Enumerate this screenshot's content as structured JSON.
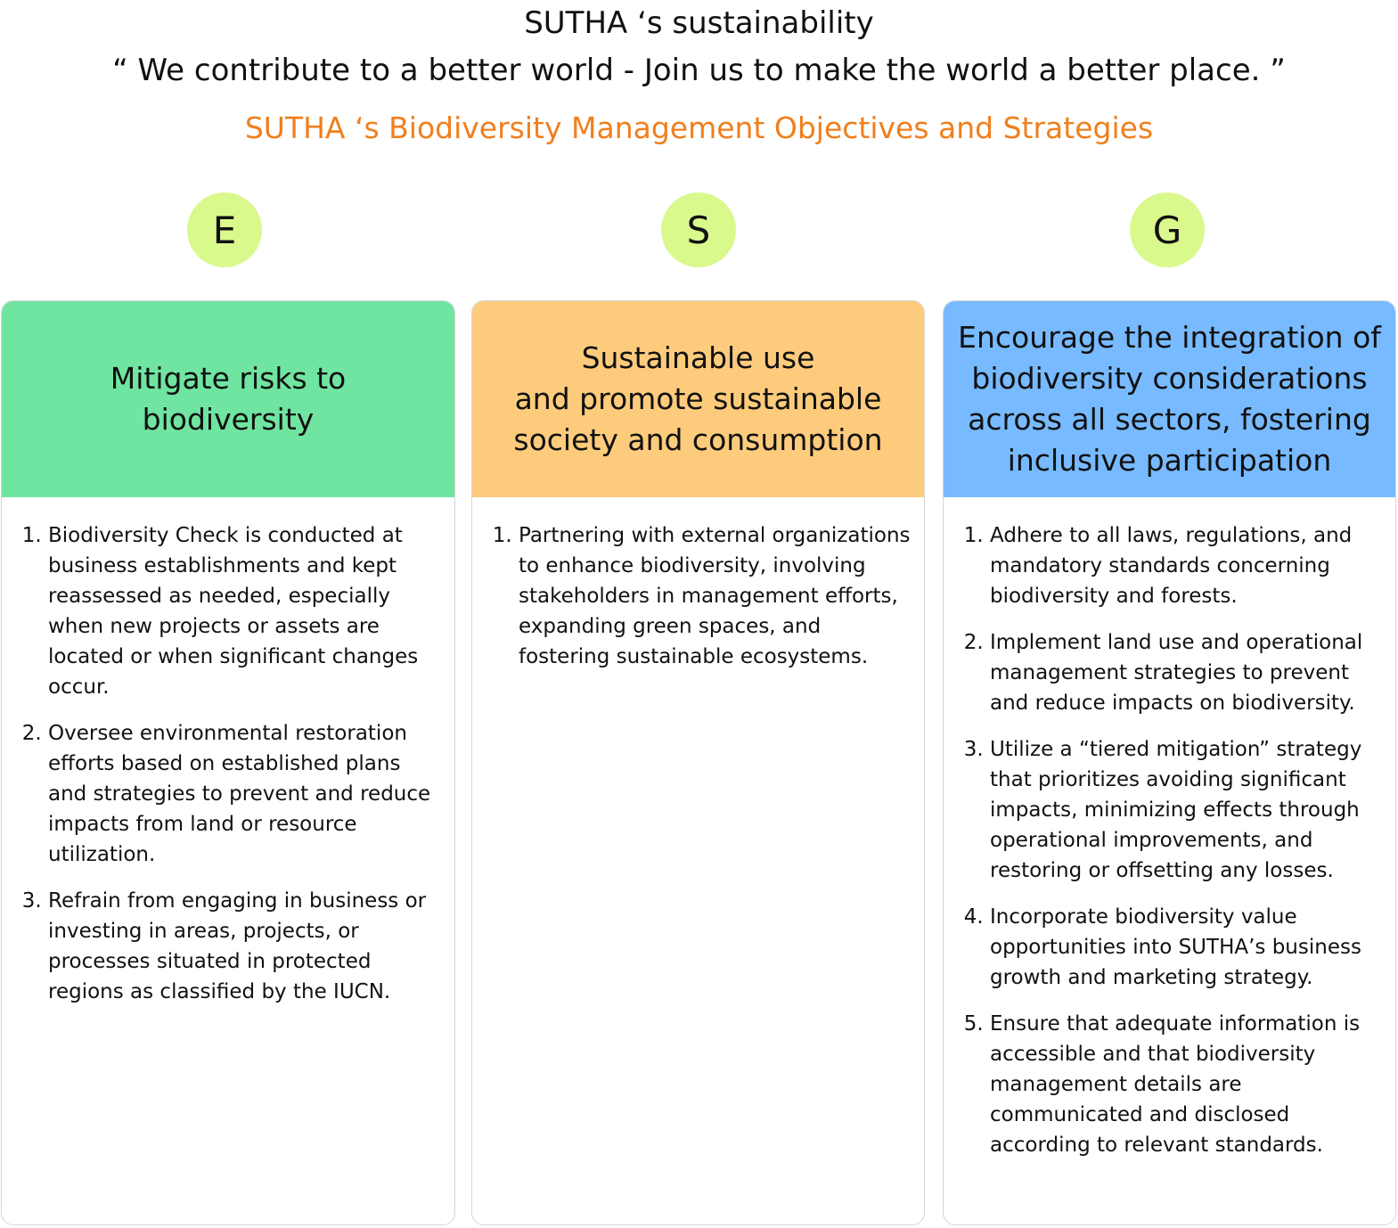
{
  "header": {
    "title": "SUTHA ‘s sustainability",
    "quote": "“ We contribute to a better world - Join us to make the world a better place. ”",
    "subtitle": "SUTHA ‘s Biodiversity Management Objectives and Strategies"
  },
  "colors": {
    "subtitle": "#f07f1d",
    "badge": "#d9f98d",
    "e_header": "#6fe5a1",
    "s_header": "#fdcb7c",
    "g_header": "#77baff"
  },
  "columns": {
    "e": {
      "badge": "E",
      "heading_line1": "Mitigate risks to",
      "heading_line2": "biodiversity",
      "items": [
        "Biodiversity Check is conducted at business establishments and kept reassessed as needed, especially when new projects or assets are located or when significant changes occur.",
        "Oversee environmental restoration efforts based on established plans and strategies to prevent and reduce impacts from land or resource utilization.",
        "Refrain from engaging in business or investing in areas, projects, or processes situated in protected regions as classified by the IUCN."
      ]
    },
    "s": {
      "badge": "S",
      "heading_line1": "Sustainable use",
      "heading_line2": "and promote sustainable",
      "heading_line3": "society and consumption",
      "items": [
        "Partnering with external organizations to enhance biodiversity, involving stakeholders in management efforts, expanding green spaces, and fostering sustainable ecosystems."
      ]
    },
    "g": {
      "badge": "G",
      "heading_line1": "Encourage the integration of",
      "heading_line2": "biodiversity considerations",
      "heading_line3": "across all sectors, fostering",
      "heading_line4": "inclusive participation",
      "items": [
        "Adhere to all laws, regulations, and mandatory standards concerning biodiversity and forests.",
        "Implement land use and operational management strategies to prevent and reduce impacts on biodiversity.",
        "Utilize a “tiered mitigation” strategy that prioritizes avoiding significant impacts, minimizing effects through operational improvements, and restoring or offsetting any losses.",
        "Incorporate biodiversity value opportunities into SUTHA’s business growth and marketing strategy.",
        "Ensure that adequate information is accessible and that biodiversity management details are communicated and disclosed according to relevant standards."
      ]
    }
  }
}
